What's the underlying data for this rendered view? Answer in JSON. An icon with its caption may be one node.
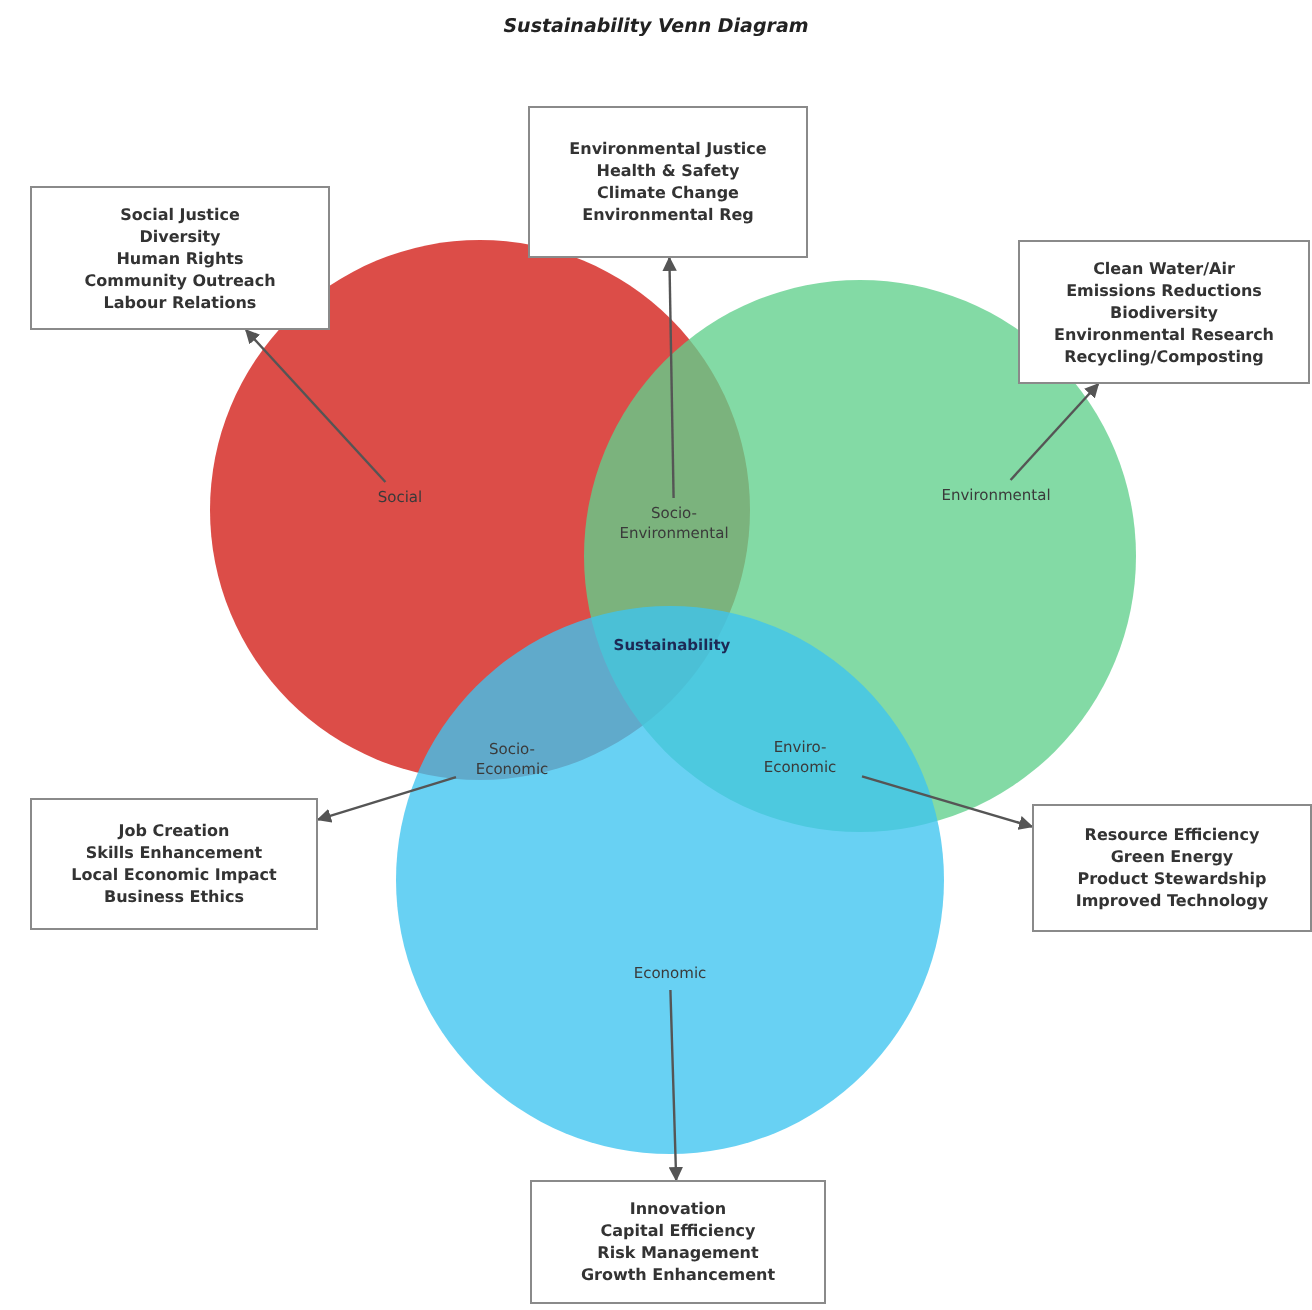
{
  "diagram": {
    "title": "Sustainability Venn Diagram",
    "nodes": [
      {
        "text": [
          "Social Justice",
          "Diversity",
          "Human Rights",
          "Community Outreach",
          "Labour Relations"
        ]
      },
      {
        "text": [
          "Environmental Justice",
          "Health & Safety",
          "Climate Change",
          "Environmental Reg"
        ]
      },
      {
        "text": [
          "Clean Water/Air",
          "Emissions Reductions",
          "Biodiversity",
          "Environmental Research",
          "Recycling/Composting"
        ]
      },
      {
        "text": [
          "Social"
        ]
      },
      {
        "text": [
          "Socio-Environmental"
        ]
      },
      {
        "text": [
          "Environmental"
        ]
      },
      {
        "text": [
          "Socio-Economic"
        ]
      },
      {
        "text": [
          "Enviro-Economic"
        ]
      },
      {
        "text": [
          "Economic"
        ]
      },
      {
        "text": [
          "Job Creation",
          "Skills Enhancement",
          "Local Economic Impact",
          "Business Ethics"
        ]
      },
      {
        "text": [
          "Resource Efficiency",
          "Green Energy",
          "Product Stewardship",
          "Improved Technology"
        ]
      },
      {
        "text": [
          "Innovation",
          "Capital Efficiency",
          "Risk Management",
          "Growth Enhancement"
        ]
      }
    ],
    "edges": [
      {
        "from": 3,
        "to": 0,
        "arrow": "to"
      },
      {
        "from": 4,
        "to": 1,
        "arrow": "to"
      },
      {
        "from": 5,
        "to": 2,
        "arrow": "to"
      },
      {
        "from": 6,
        "to": 9,
        "arrow": "to"
      },
      {
        "from": 7,
        "to": 10,
        "arrow": "to"
      },
      {
        "from": 8,
        "to": 11,
        "arrow": "to"
      }
    ],
    "labels": [
      "Sustainability"
    ]
  }
}
